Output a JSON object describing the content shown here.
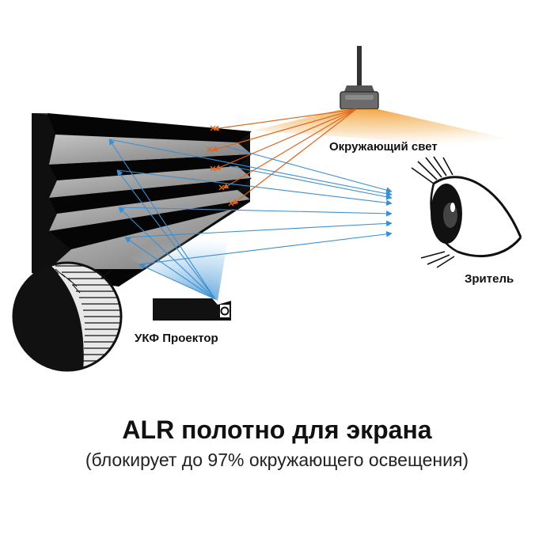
{
  "labels": {
    "ambient_light": "Окружающий свет",
    "viewer": "Зритель",
    "projector": "УКФ Проектор"
  },
  "caption": {
    "title": "ALR полотно для экрана",
    "subtitle": "(блокирует до 97% окружающего освещения)"
  },
  "colors": {
    "ambient_ray": "#e0641c",
    "projector_ray": "#3b8fd0",
    "blocked_mark": "#e0641c",
    "screen_ridge_dark": "#0a0a0a",
    "screen_ridge_light": "#9a9a9a"
  },
  "icons": [
    "lamp-icon",
    "eye-icon",
    "projector-icon",
    "screen-texture-magnifier"
  ]
}
